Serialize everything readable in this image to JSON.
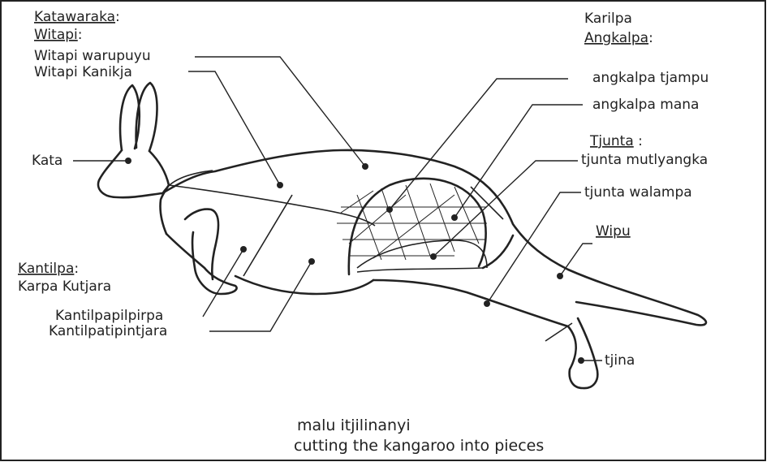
{
  "headers": {
    "katawaraka": "Katawaraka",
    "witapi": "Witapi",
    "karilpa": "Karilpa",
    "angkalpa": "Angkalpa",
    "tjunta": "Tjunta",
    "kantilpa": "Kantilpa",
    "wipu": "Wipu"
  },
  "labels": {
    "witapi_warupuyu": "Witapi warupuyu",
    "witapi_kanikja": "Witapi Kanikja",
    "kata": "Kata",
    "karpa_kutjara": "Karpa Kutjara",
    "kantilpapilpirpa": "Kantilpapilpirpa",
    "kantilpatipintjara": "Kantilpatipintjara",
    "angkalpa_tjampu": "angkalpa tjampu",
    "angkalpa_mana": "angkalpa mana",
    "tjunta_mutlyangka": "tjunta mutlyangka",
    "tjunta_walampa": "tjunta walampa",
    "tjina": "tjina"
  },
  "caption": {
    "line1": "malu itjilinanyi",
    "line2": "cutting the kangaroo into pieces"
  }
}
